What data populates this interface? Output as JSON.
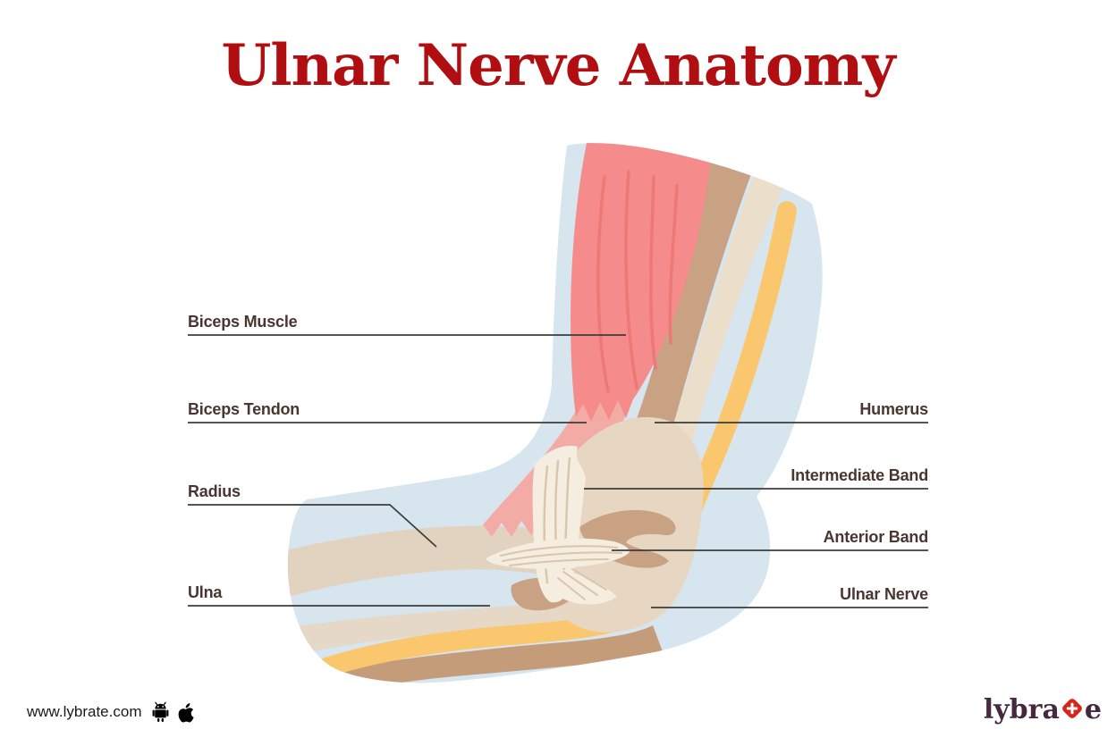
{
  "title": "Ulnar Nerve Anatomy",
  "labels": {
    "left": [
      {
        "text": "Biceps Muscle"
      },
      {
        "text": "Biceps Tendon"
      },
      {
        "text": "Radius"
      },
      {
        "text": "Ulna"
      }
    ],
    "right": [
      {
        "text": "Humerus"
      },
      {
        "text": "Intermediate Band"
      },
      {
        "text": "Anterior Band"
      },
      {
        "text": "Ulnar Nerve"
      }
    ]
  },
  "footer": {
    "website": "www.lybrate.com",
    "store_icons": [
      "android-icon",
      "apple-icon"
    ],
    "logo": {
      "prefix": "lybra",
      "suffix": "e",
      "icon": "plus-diamond-icon"
    }
  },
  "colors": {
    "title_red": "#B10E11",
    "label_brown": "#493630",
    "label_line": "#3C3C3C",
    "skin_blue": "#D7E5EE",
    "muscle_pink": "#F58B8B",
    "muscle_streak": "#EE7878",
    "tendon_pink": "#F3ABA6",
    "bone_dark_tan": "#C9A284",
    "bone_light_tan": "#E6D6C2",
    "cream_strip": "#EBDECA",
    "ligament_cream": "#F5EDDF",
    "ligament_stripe": "#DAC6AA",
    "nerve_yellow": "#FBC76E",
    "logo_plum": "#46293F",
    "logo_red": "#D6251D",
    "footer_black": "#1A1A1A"
  }
}
